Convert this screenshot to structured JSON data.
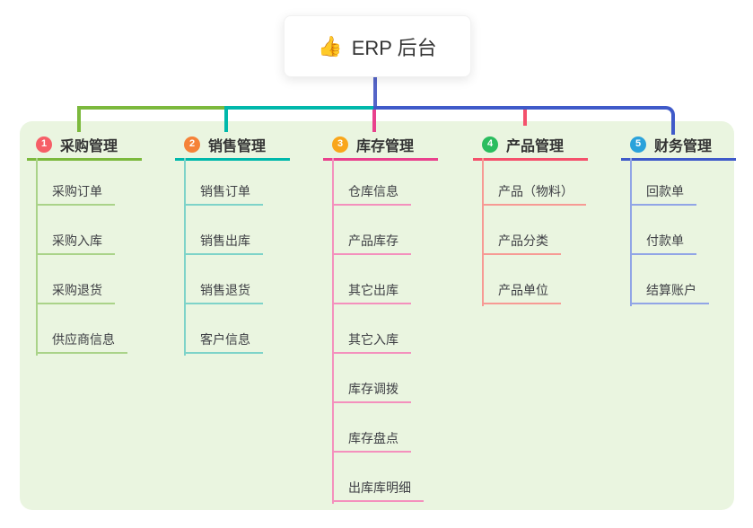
{
  "root": {
    "emoji": "👍",
    "label": "ERP 后台"
  },
  "colors": {
    "panel": "#eaf5e0",
    "stem": "#5565c8"
  },
  "branches": [
    {
      "number": "1",
      "title": "采购管理",
      "badge_color": "#f65e67",
      "line_color": "#7cb93d",
      "light_color": "#aad389",
      "items": [
        "采购订单",
        "采购入库",
        "采购退货",
        "供应商信息"
      ]
    },
    {
      "number": "2",
      "title": "销售管理",
      "badge_color": "#f58238",
      "line_color": "#00b8ab",
      "light_color": "#7ed3c9",
      "items": [
        "销售订单",
        "销售出库",
        "销售退货",
        "客户信息"
      ]
    },
    {
      "number": "3",
      "title": "库存管理",
      "badge_color": "#f9a61a",
      "line_color": "#e9418d",
      "light_color": "#f490bd",
      "items": [
        "仓库信息",
        "产品库存",
        "其它出库",
        "其它入库",
        "库存调拨",
        "库存盘点",
        "出库库明细"
      ]
    },
    {
      "number": "4",
      "title": "产品管理",
      "badge_color": "#2abd5e",
      "line_color": "#f4516c",
      "light_color": "#f79a94",
      "items": [
        "产品（物料）",
        "产品分类",
        "产品单位"
      ]
    },
    {
      "number": "5",
      "title": "财务管理",
      "badge_color": "#2aa2db",
      "line_color": "#3f5ac9",
      "light_color": "#91a5e6",
      "items": [
        "回款单",
        "付款单",
        "结算账户"
      ]
    }
  ]
}
